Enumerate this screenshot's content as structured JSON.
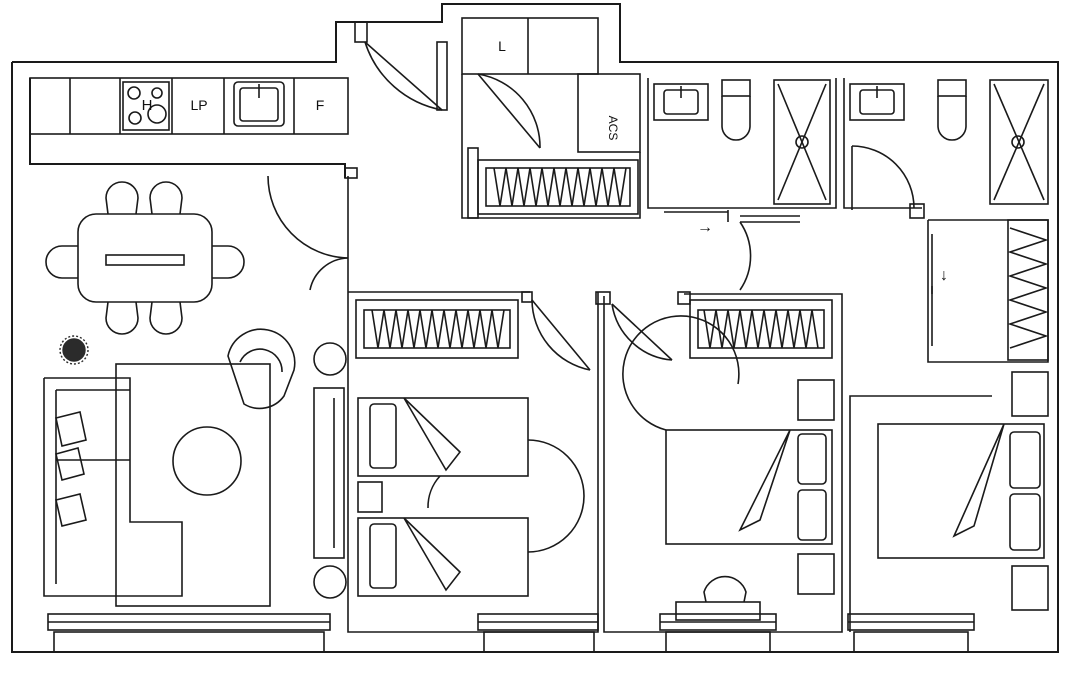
{
  "labels": {
    "hob": "H",
    "dishwasher": "LP",
    "fridge": "F",
    "laundry": "L",
    "hot_water": "ACS"
  },
  "arrows": {
    "bath_door": "→",
    "dressing_door": "↓"
  },
  "colors": {
    "line": "#1a1a1a",
    "background": "#ffffff",
    "plant": "#2b2b2b"
  }
}
